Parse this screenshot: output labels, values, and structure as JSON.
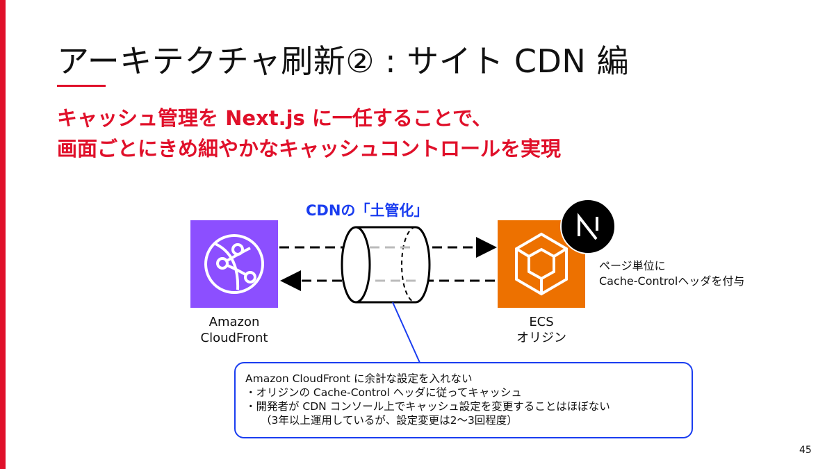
{
  "slide": {
    "title": "アーキテクチャ刷新② : サイト CDN 編",
    "headline": [
      "キャッシュ管理を Next.js に一任することで、",
      "画面ごとにきめ細やかなキャッシュコントロールを実現"
    ],
    "page_number": "45"
  },
  "diagram": {
    "cdn_label": "CDNの「土管化」",
    "cloudfront": {
      "label_line1": "Amazon",
      "label_line2": "CloudFront",
      "icon": "cloudfront-icon",
      "color": "#8c4fff"
    },
    "ecs": {
      "label_line1": "ECS",
      "label_line2": "オリジン",
      "icon": "ecs-icon",
      "color": "#ed7100"
    },
    "nextjs_badge_icon": "nextjs-logo",
    "header_note": [
      "ページ単位に",
      "Cache-Controlヘッダを付与"
    ],
    "callout": [
      "Amazon CloudFront に余計な設定を入れない",
      "・オリジンの Cache-Control ヘッダに従ってキャッシュ",
      "・開発者が CDN コンソール上でキャッシュ設定を変更することはほぼない",
      "（3年以上運用しているが、設定変更は2～3回程度）"
    ]
  },
  "colors": {
    "accent_red": "#e0102a",
    "accent_blue": "#1a3df0"
  }
}
